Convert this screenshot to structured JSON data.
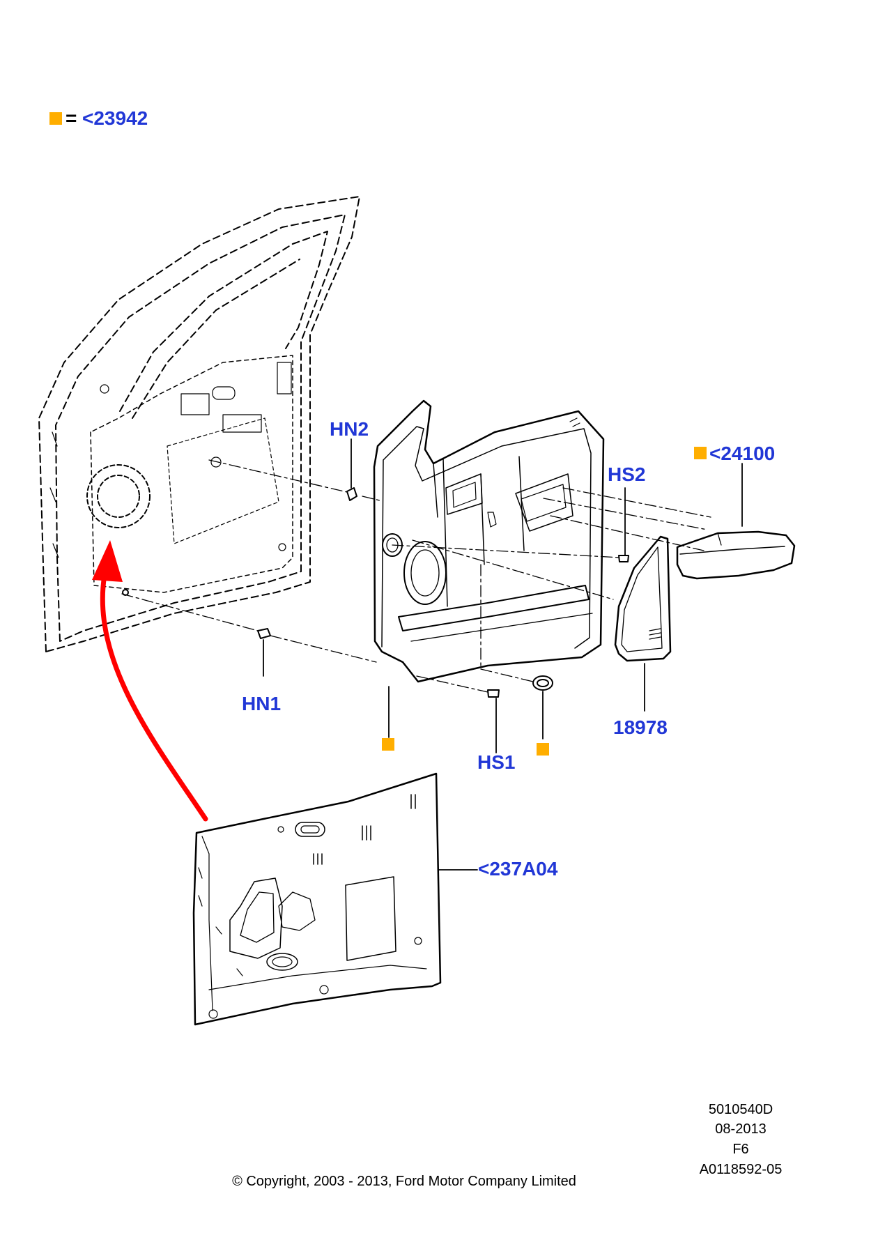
{
  "legend": {
    "equals": "=",
    "ref": "<23942"
  },
  "callouts": {
    "hn2": "HN2",
    "hn1": "HN1",
    "hs2": "HS2",
    "hs1": "HS1",
    "ref_24100": "<24100",
    "ref_18978": "18978",
    "ref_237A04": "<237A04"
  },
  "footer": {
    "drawing_no": "5010540D",
    "date": "08-2013",
    "sheet": "F6",
    "ref": "A0118592-05",
    "copyright": "© Copyright, 2003 - 2013, Ford Motor Company Limited"
  },
  "colors": {
    "callout": "#2137d6",
    "marker": "#ffae00",
    "arrow": "#ff0000",
    "line": "#000000"
  }
}
